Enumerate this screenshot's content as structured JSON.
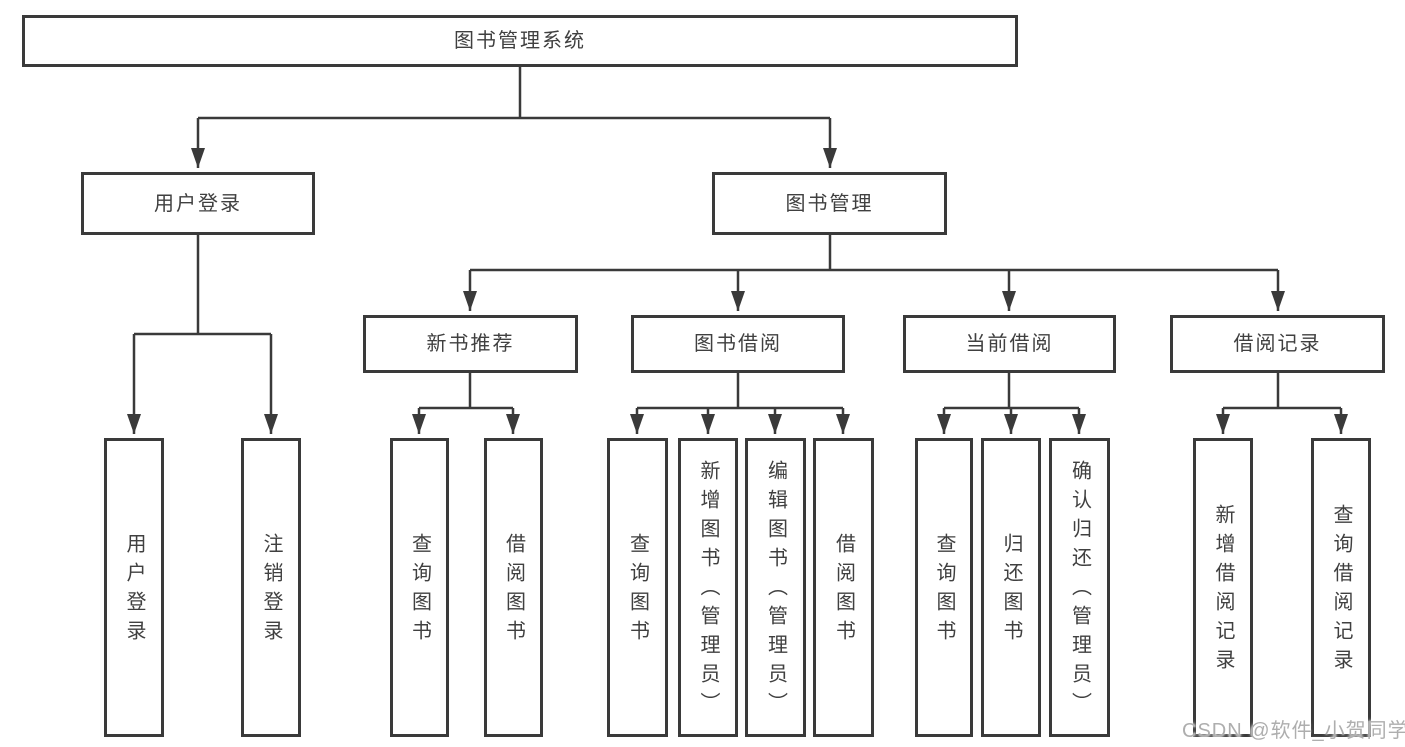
{
  "tree": {
    "label": "图书管理系统",
    "children": [
      {
        "label": "用户登录",
        "children": [
          {
            "label": "用户登录"
          },
          {
            "label": "注销登录"
          }
        ]
      },
      {
        "label": "图书管理",
        "children": [
          {
            "label": "新书推荐",
            "children": [
              {
                "label": "查询图书"
              },
              {
                "label": "借阅图书"
              }
            ]
          },
          {
            "label": "图书借阅",
            "children": [
              {
                "label": "查询图书"
              },
              {
                "label": "新增图书（管理员）"
              },
              {
                "label": "编辑图书（管理员）"
              },
              {
                "label": "借阅图书"
              }
            ]
          },
          {
            "label": "当前借阅",
            "children": [
              {
                "label": "查询图书"
              },
              {
                "label": "归还图书"
              },
              {
                "label": "确认归还（管理员）"
              }
            ]
          },
          {
            "label": "借阅记录",
            "children": [
              {
                "label": "新增借阅记录"
              },
              {
                "label": "查询借阅记录"
              }
            ]
          }
        ]
      }
    ]
  },
  "watermark": {
    "text": "CSDN @软件_小贺同学"
  },
  "colors": {
    "line": "#3a3a3a",
    "box_border": "#3a3a3a",
    "text": "#404040",
    "watermark": "#aeaeae",
    "background": "#ffffff"
  }
}
